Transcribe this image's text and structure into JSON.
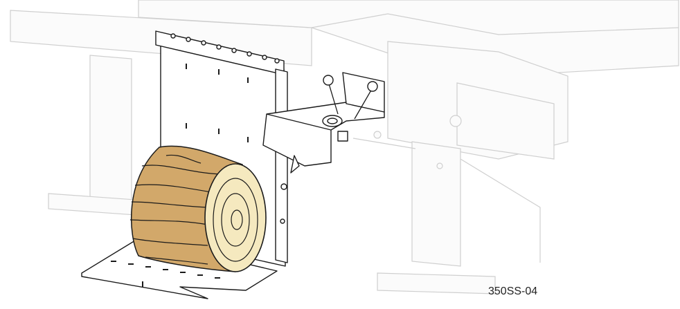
{
  "figure": {
    "id_label": "350SS-04"
  },
  "colors": {
    "log_bark": "#d2a86a",
    "log_end": "#f5e9bf",
    "log_rings": "#1a1a1a",
    "line_art": "#1a1a1a",
    "background_frame": "#cfcfcf"
  },
  "icons": [
    "log-splitter-frame",
    "control-valve-levers",
    "log"
  ]
}
